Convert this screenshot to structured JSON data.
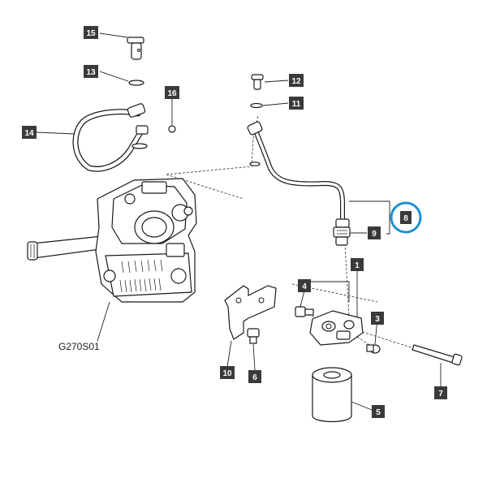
{
  "diagram": {
    "assembly_label": "G270S01",
    "callouts": [
      "1",
      "3",
      "4",
      "5",
      "6",
      "7",
      "8",
      "9",
      "10",
      "11",
      "12",
      "13",
      "14",
      "15",
      "16"
    ],
    "highlight": {
      "callout": "8",
      "color": "#1e90d6"
    }
  }
}
